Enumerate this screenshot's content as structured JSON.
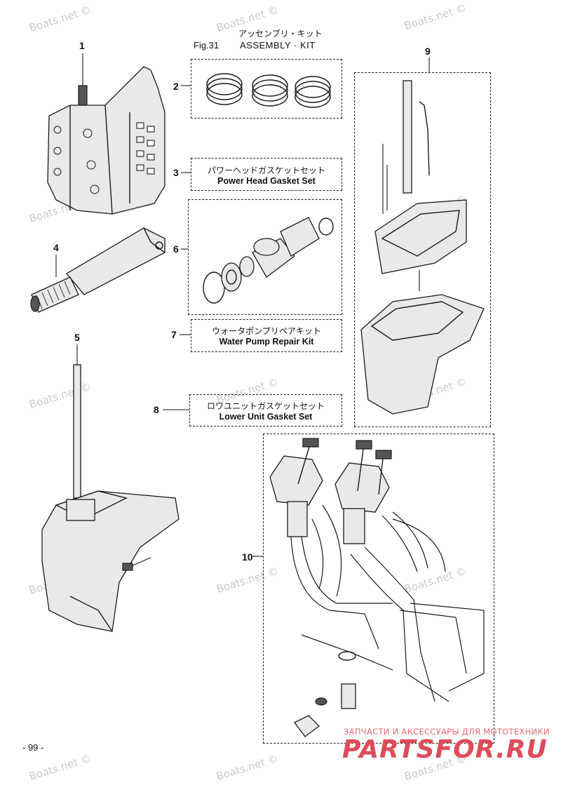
{
  "title": {
    "jp": "アッセンブリ・キット",
    "fig": "Fig.31",
    "en": "ASSEMBLY · KIT"
  },
  "callouts": {
    "c1": "1",
    "c2": "2",
    "c3": "3",
    "c4": "4",
    "c5": "5",
    "c6": "6",
    "c7": "7",
    "c8": "8",
    "c9": "9",
    "c10": "10"
  },
  "kits": {
    "power_head_gasket": {
      "jp": "パワーヘッドガスケットセット",
      "en": "Power Head Gasket Set"
    },
    "water_pump_repair": {
      "jp": "ウォータポンプリペアキット",
      "en": "Water Pump Repair Kit"
    },
    "lower_unit_gasket": {
      "jp": "ロワユニットガスケットセット",
      "en": "Lower Unit Gasket Set"
    }
  },
  "page_number": "- 99 -",
  "watermark": "Boats.net ©",
  "footer_brand": {
    "ru_text": "ЗАПЧАСТИ И АКСЕССУАРЫ ДЛЯ МОТОТЕХНИКИ",
    "logo_text": "PARTSFOR.RU",
    "color": "#e04b5a"
  }
}
